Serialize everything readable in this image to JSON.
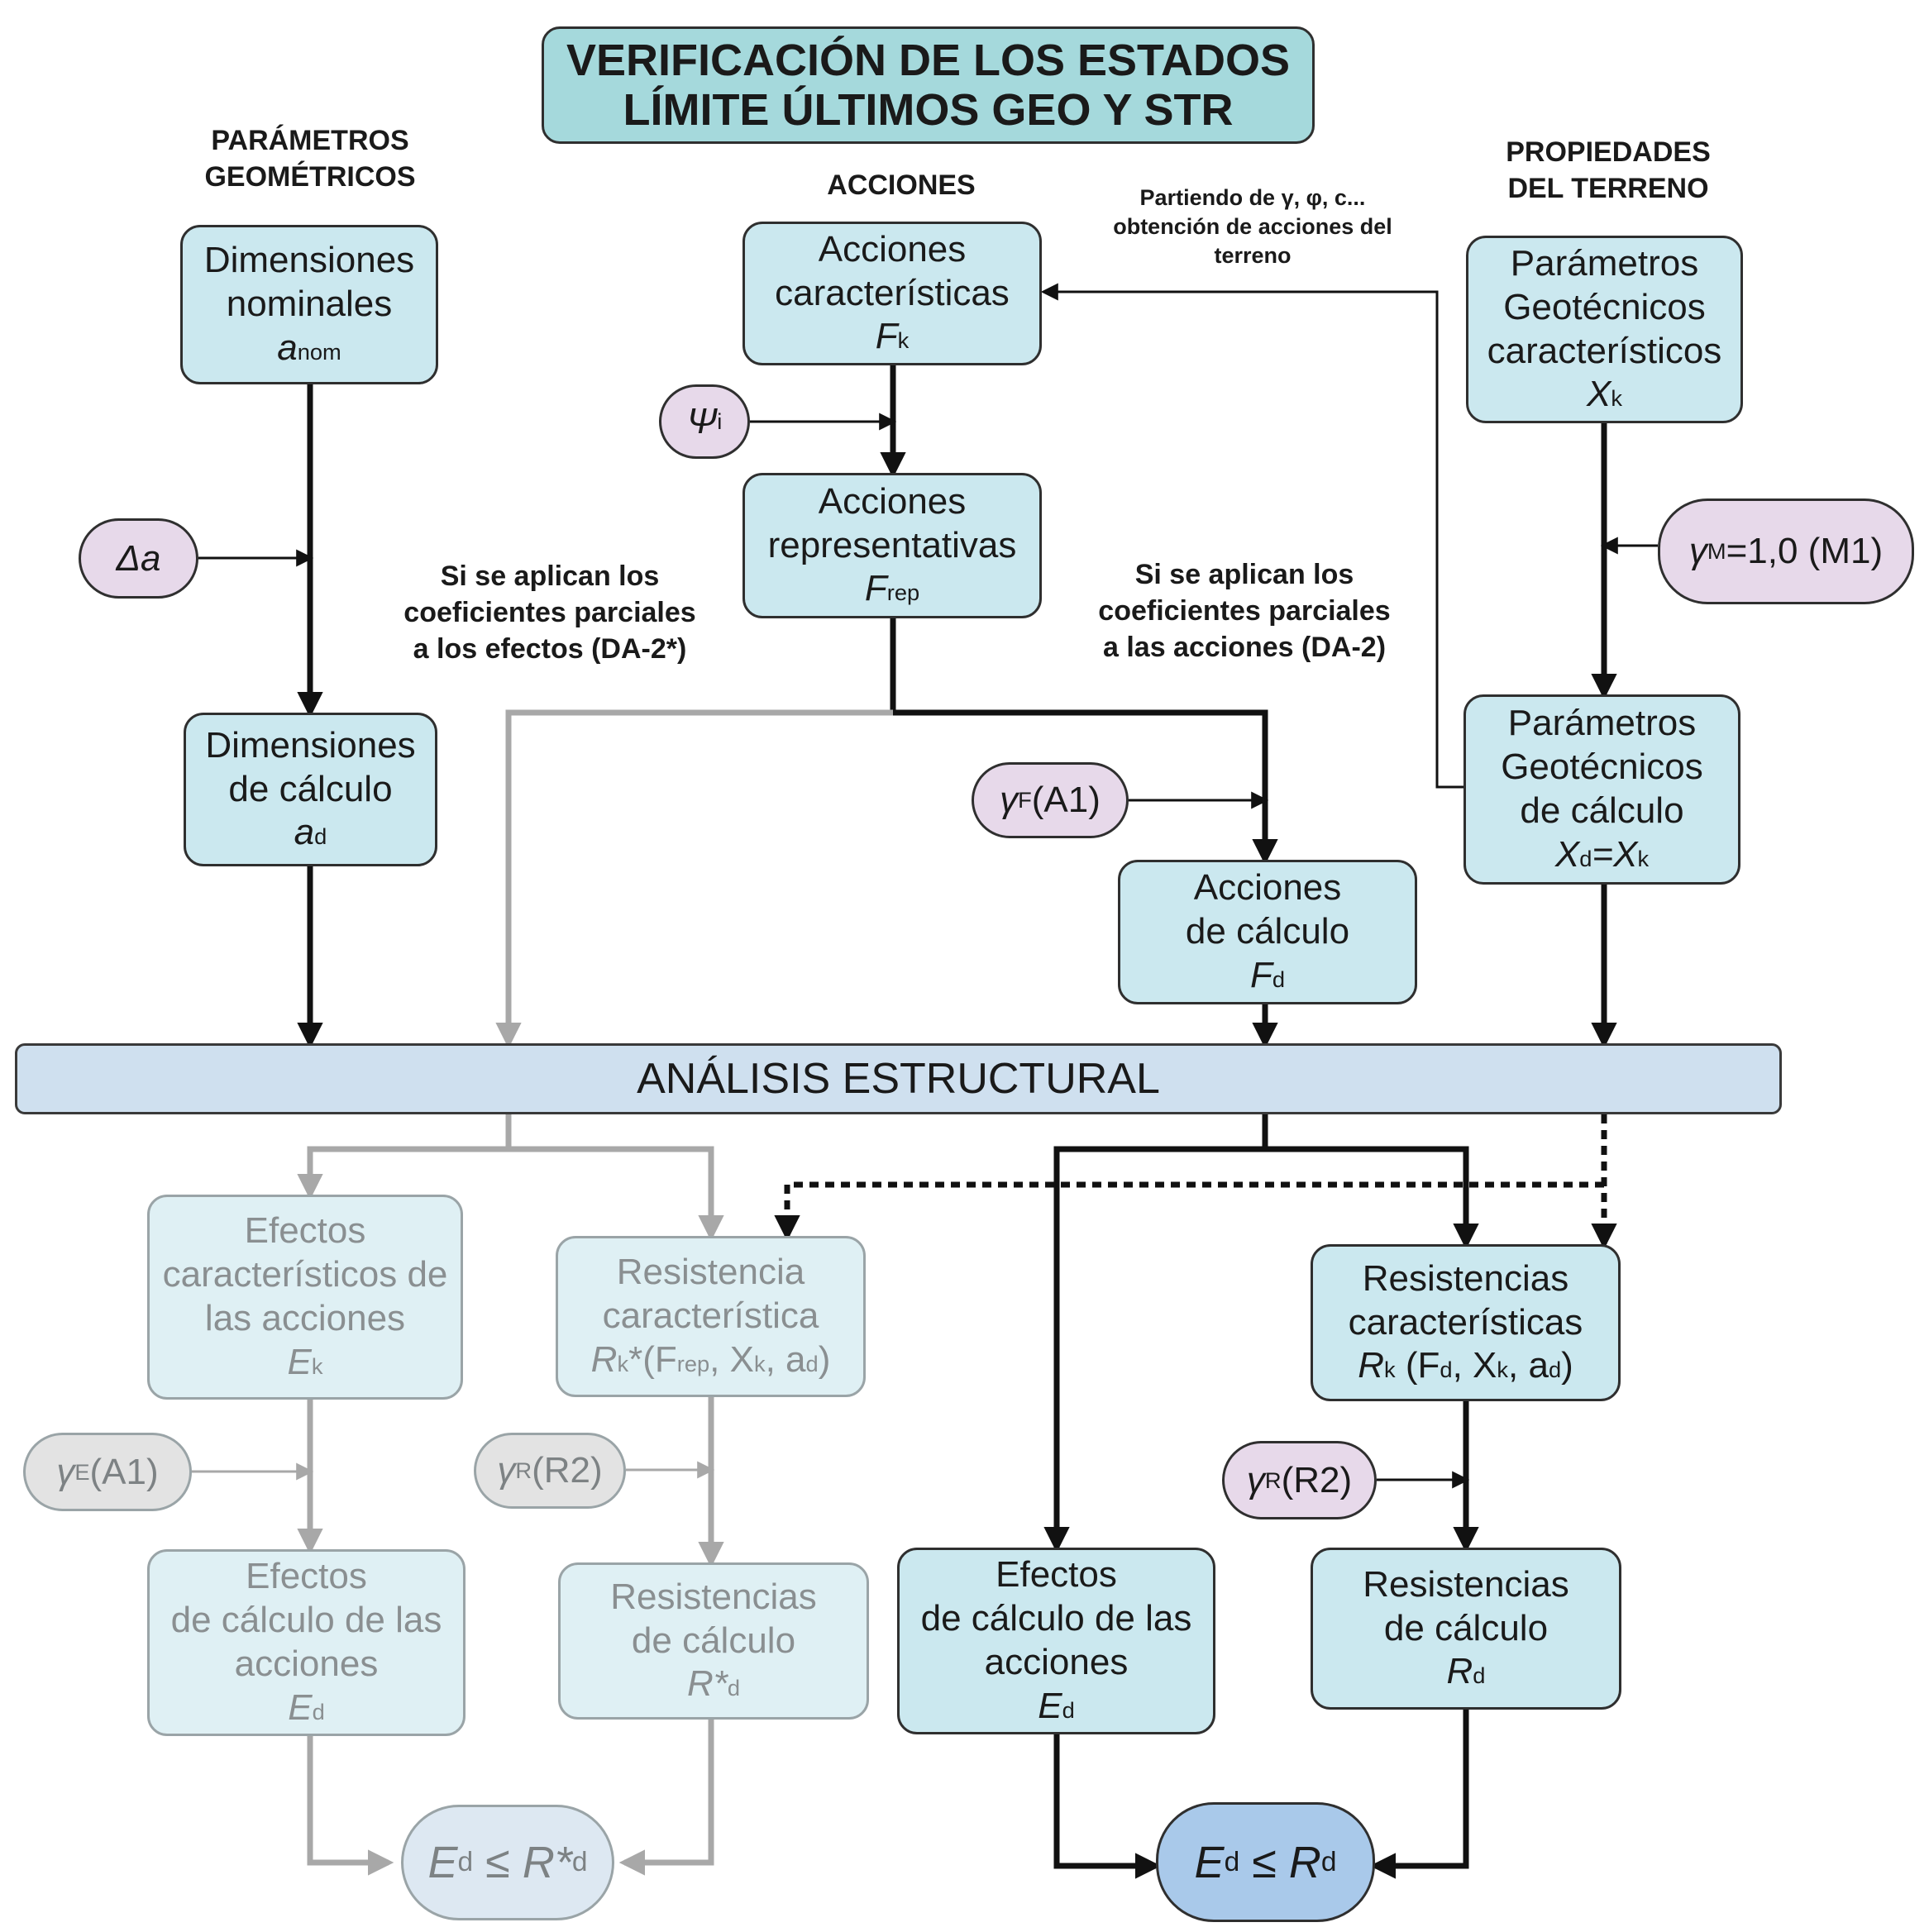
{
  "title": {
    "line1": "VERIFICACIÓN DE LOS ESTADOS",
    "line2": "LÍMITE ÚLTIMOS GEO Y STR"
  },
  "headers": {
    "geometric": {
      "line1": "PARÁMETROS",
      "line2": "GEOMÉTRICOS"
    },
    "actions": "ACCIONES",
    "ground": {
      "line1": "PROPIEDADES",
      "line2": "DEL TERRENO"
    }
  },
  "notes": {
    "ground_actions": {
      "line1": "Partiendo de γ, φ, c...",
      "line2": "obtención de acciones del",
      "line3": "terreno"
    },
    "effects": {
      "line1": "Si se aplican los",
      "line2": "coeficientes parciales",
      "line3": "a los efectos (DA-2*)"
    },
    "actions": {
      "line1": "Si se aplican los",
      "line2": "coeficientes parciales",
      "line3": "a las acciones (DA-2)"
    }
  },
  "boxes": {
    "dim_nominal": {
      "line1": "Dimensiones",
      "line2": "nominales",
      "sym": "a",
      "sub": "nom"
    },
    "dim_calc": {
      "line1": "Dimensiones",
      "line2": "de cálculo",
      "sym": "a",
      "sub": "d"
    },
    "acc_char": {
      "line1": "Acciones",
      "line2": "características",
      "sym": "F",
      "sub": "k"
    },
    "acc_rep": {
      "line1": "Acciones",
      "line2": "representativas",
      "sym": "F",
      "sub": "rep"
    },
    "acc_calc": {
      "line1": "Acciones",
      "line2": "de cálculo",
      "sym": "F",
      "sub": "d"
    },
    "geo_char": {
      "line1": "Parámetros",
      "line2": "Geotécnicos",
      "line3": "característicos",
      "sym": "X",
      "sub": "k"
    },
    "geo_calc": {
      "line1": "Parámetros",
      "line2": "Geotécnicos",
      "line3": "de cálculo",
      "sym": "X",
      "sub": "d",
      "eq": "=X",
      "sub2": "k"
    },
    "analysis": "ANÁLISIS ESTRUCTURAL",
    "eff_char": {
      "line1": "Efectos",
      "line2": "característicos de",
      "line3": "las acciones",
      "sym": "E",
      "sub": "k"
    },
    "res_char_star": {
      "line1": "Resistencia",
      "line2": "característica",
      "sym": "R",
      "sub": "k",
      "args": "*(F",
      "a1": "rep",
      "a2": ", X",
      "a3": "k",
      "a4": ", a",
      "a5": "d",
      "a6": ")"
    },
    "eff_calc_grey": {
      "line1": "Efectos",
      "line2": "de cálculo de las",
      "line3": "acciones",
      "sym": "E",
      "sub": "d"
    },
    "res_calc_star": {
      "line1": "Resistencias",
      "line2": "de cálculo",
      "sym": "R*",
      "sub": "d"
    },
    "res_char": {
      "line1": "Resistencias",
      "line2": "características",
      "sym": "R",
      "sub": "k",
      "args": " (F",
      "a1": "d",
      "a2": ", X",
      "a3": "k",
      "a4": ", a",
      "a5": "d",
      "a6": ")"
    },
    "eff_calc": {
      "line1": "Efectos",
      "line2": "de cálculo de las",
      "line3": "acciones",
      "sym": "E",
      "sub": "d"
    },
    "res_calc": {
      "line1": "Resistencias",
      "line2": "de cálculo",
      "sym": "R",
      "sub": "d"
    }
  },
  "factors": {
    "delta_a": "Δa",
    "psi": {
      "sym": "Ψ",
      "sub": "i"
    },
    "gamma_m": {
      "sym": "γ",
      "sub": "M",
      "rest": "=1,0 (M1)"
    },
    "gamma_f": {
      "sym": "γ",
      "sub": "F",
      "rest": " (A1)"
    },
    "gamma_e": {
      "sym": "γ",
      "sub": "E",
      "rest": " (A1)"
    },
    "gamma_r_grey": {
      "sym": "γ",
      "sub": "R",
      "rest": " (R2)"
    },
    "gamma_r": {
      "sym": "γ",
      "sub": "R",
      "rest": " (R2)"
    }
  },
  "results": {
    "left": {
      "e": "E",
      "es": "d",
      "op": " ≤ ",
      "r": "R*",
      "rs": "d"
    },
    "right": {
      "e": "E",
      "es": "d",
      "op": " ≤ ",
      "r": "R",
      "rs": "d"
    }
  },
  "colors": {
    "dark_line": "#111111",
    "grey_line": "#a8a8a8",
    "box_fill": "#cbe8ef",
    "factor_fill": "#e7d9ea"
  }
}
